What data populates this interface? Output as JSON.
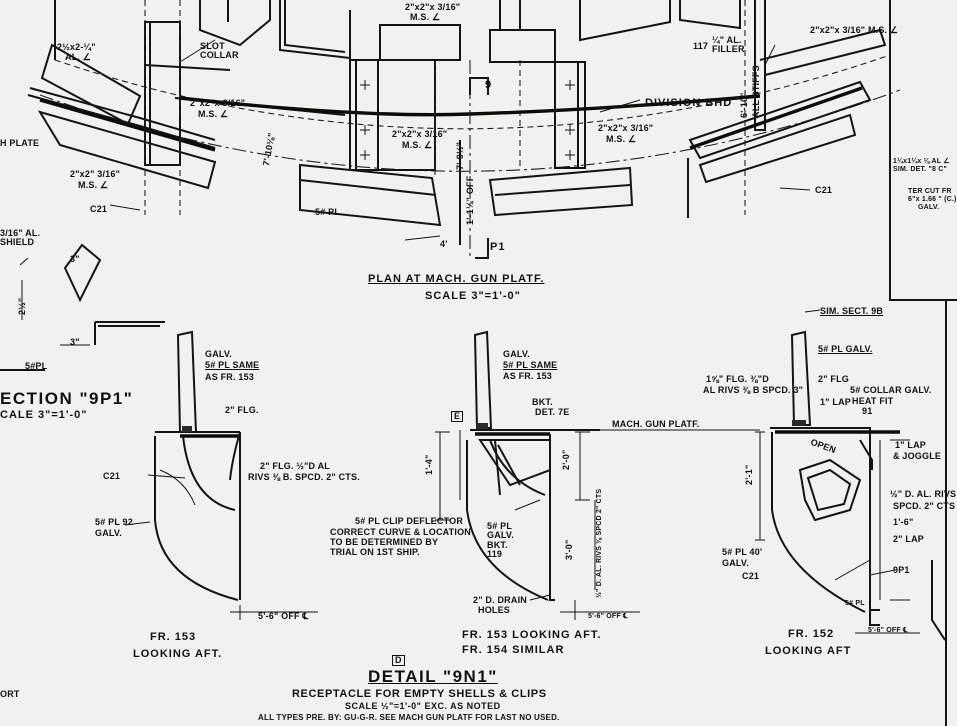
{
  "labels": {
    "angle_top_center": "2\"x2\"x 3/16\"",
    "ms_top_center": "M.S. ∠",
    "angle_top_left": "2½x2-¼\"",
    "al_top_left": "AL. ∠",
    "slot_collar": "SLOT COLLAR",
    "ms_angle_left": "2\"x2\"x 3/16\"",
    "ms_angle_left2": "M.S. ∠",
    "dim_7_10": "7'-10⅛\"",
    "plate_left": "H PLATE",
    "angle_left_low": "2\"x2\" 3/16\"",
    "ms_left_low": "M.S. ∠",
    "c21_left": "C21",
    "mid_angle": "2\"x2\"x 3/16\"",
    "mid_ms": "M.S. ∠",
    "filler": "¼\" AL. FILLER",
    "num_117": "117",
    "angle_top_right": "2\"x2\"x 3/16\" M.S. ∠",
    "division_bulkhead": "DIVISION BHD",
    "right_angle": "2\"x2\"x 3/16\"",
    "right_ms": "M.S. ∠",
    "all_stiffs": "ALL STIFFS",
    "dim_6_10": "6'-10\"",
    "five_lb_plate": "5# PL",
    "c21_right": "C21",
    "section_p1": "P1",
    "section_9_top": "9",
    "sim_det": "1¼x1¼x ⅛ AL ∠ SIM. DET. \"8 C\"",
    "ter_cut": "TER CUT FR",
    "ter_cut2": "6\"x 1.66 \" (C.)",
    "ter_cut3": "GALV.",
    "shield_label": "3/16\" AL. SHIELD",
    "dim_3": "3\"",
    "dim_2_half": "2½\"",
    "five_pl_mid": "5#PL",
    "off_dim": "1'-1¼\" OFF",
    "dim_7_9": "7'-9½\"",
    "dim_4": "4'"
  },
  "plan": {
    "title": "PLAN AT MACH. GUN PLATF.",
    "scale": "SCALE 3\"=1'-0\""
  },
  "section": {
    "title": "ECTION \"9P1\"",
    "scale": "CALE 3\"=1'-0\""
  },
  "fr153": {
    "galv": "GALV.",
    "plate": "5# PL SAME",
    "as_fr": "AS FR. 153",
    "flg": "2\" FLG.",
    "flg_rivs": "2\" FLG. ½\"D AL",
    "rivs": "RIVS ⅜ B. SPCD. 2\" CTS.",
    "c21": "C21",
    "plate_low": "5# PL  92",
    "galv_low": "GALV.",
    "off": "5'-6\" OFF ℄",
    "name": "FR. 153",
    "looking": "LOOKING AFT."
  },
  "fr153b": {
    "galv": "GALV.",
    "plate": "5# PL SAME",
    "as_fr": "AS FR. 153",
    "bkt": "BKT.",
    "det": "DET. 7E",
    "clip_deflector": "5# PL CLIP DEFLECTOR",
    "correct": "CORRECT CURVE & LOCATION",
    "determined": "TO BE DETERMINED BY",
    "trial": "TRIAL ON 1ST SHIP.",
    "pl_galv": "5# PL GALV.",
    "bkt_119": "BKT. 119",
    "drain": "2\" D. DRAIN",
    "holes": "HOLES",
    "rivs_vert": "½\" D. AL. RIVS ⅜ SPCD 2\" CTS",
    "dim_20": "2'-0\"",
    "dim_30": "3'-0\"",
    "dim_14": "1'-4\"",
    "off": "5'-6\" OFF ℄",
    "box_e": "E",
    "name": "FR. 153 LOOKING AFT.",
    "similar": "FR. 154 SIMILAR"
  },
  "fr152": {
    "sim_sect": "SIM. SECT. 9B",
    "plate": "5# PL GALV.",
    "flg": "2\" FLG",
    "flg_rivs": "1⅝\" FLG. ⅜\"D",
    "al_rivs": "AL RIVS ⅜ B SPCD. 3\"",
    "lap": "1\" LAP",
    "collar": "5# COLLAR GALV.",
    "heat_fit": "HEAT FIT",
    "heat_num": "91",
    "lap2": "1\" LAP",
    "joggle": "& JOGGLE",
    "rivs_right": "½\" D. AL. RIVS",
    "spcd": "SPCD. 2\" CTS",
    "dim_15": "1'-6\"",
    "open": "OPEN",
    "lap3": "2\" LAP",
    "dim_11": "2'-1\"",
    "plate_low": "5# PL 40'",
    "galv_low": "GALV.",
    "c21": "C21",
    "pl_num": "5# PL",
    "nine_p1": "9P1",
    "off": "5'-6\" OFF ℄",
    "name": "FR. 152",
    "looking": "LOOKING AFT"
  },
  "mach_gun_platf": "MACH. GUN PLATF.",
  "detail": {
    "box": "D",
    "title": "DETAIL \"9N1\"",
    "sub": "RECEPTACLE FOR EMPTY SHELLS & CLIPS",
    "scale": "SCALE ½\"=1'-0\" EXC. AS NOTED",
    "note": "ALL TYPES PRE. BY: GU-G-R. SEE MACH GUN PLATF FOR LAST NO USED."
  },
  "port": "ORT"
}
